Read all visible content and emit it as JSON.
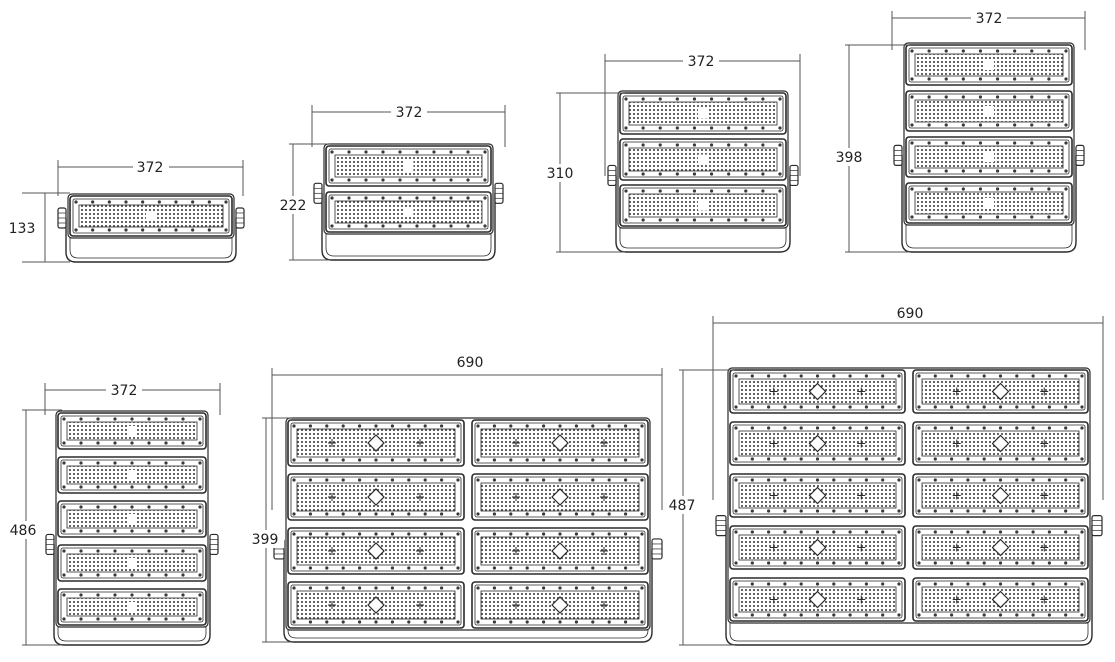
{
  "colors": {
    "line": "#2a2a2a",
    "dim": "#555555",
    "dot": "#3a3a3a",
    "led": "#ffffff"
  },
  "fixtures": [
    {
      "id": "m1",
      "width_label": "372",
      "height_label": "133",
      "cols": 1,
      "rows": 1
    },
    {
      "id": "m2",
      "width_label": "372",
      "height_label": "222",
      "cols": 1,
      "rows": 2
    },
    {
      "id": "m3",
      "width_label": "372",
      "height_label": "310",
      "cols": 1,
      "rows": 3
    },
    {
      "id": "m4",
      "width_label": "372",
      "height_label": "398",
      "cols": 1,
      "rows": 4
    },
    {
      "id": "m5",
      "width_label": "372",
      "height_label": "486",
      "cols": 1,
      "rows": 5
    },
    {
      "id": "m8",
      "width_label": "690",
      "height_label": "399",
      "cols": 2,
      "rows": 4
    },
    {
      "id": "m10",
      "width_label": "690",
      "height_label": "487",
      "cols": 2,
      "rows": 5
    }
  ]
}
